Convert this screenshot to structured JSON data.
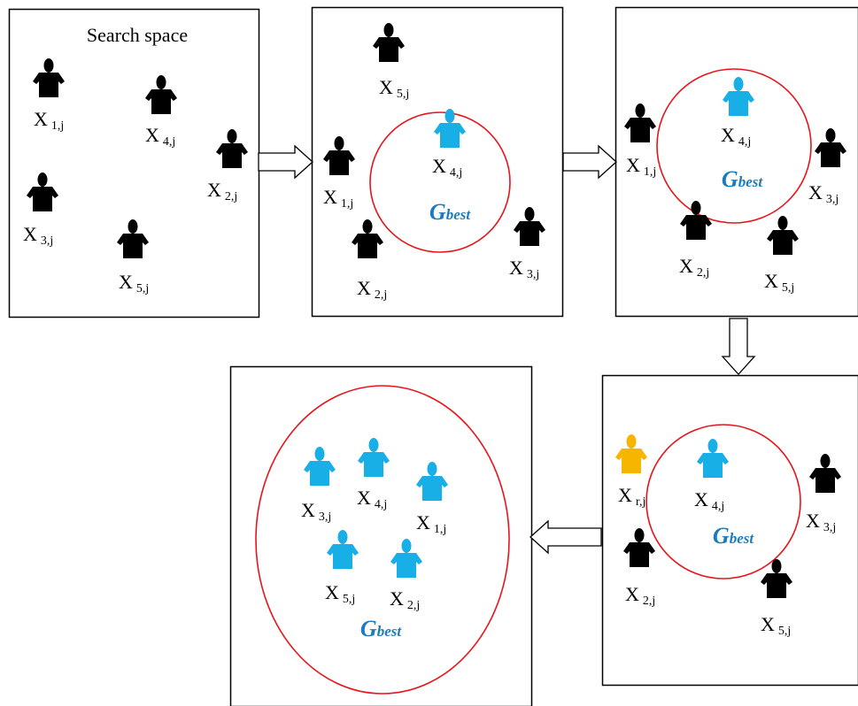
{
  "colors": {
    "agent_default": "#000000",
    "agent_best": "#18aee6",
    "agent_random": "#f7b500",
    "gbest_ring": "#e8141b",
    "gbest_text": "#1a7bbf"
  },
  "gbest": {
    "main": "G",
    "sub": "best"
  },
  "panels": [
    {
      "id": "panel-1",
      "title": "Search space",
      "agents": [
        {
          "name": "X",
          "index": "1,j",
          "state": "default"
        },
        {
          "name": "X",
          "index": "4,j",
          "state": "default"
        },
        {
          "name": "X",
          "index": "2,j",
          "state": "default"
        },
        {
          "name": "X",
          "index": "3,j",
          "state": "default"
        },
        {
          "name": "X",
          "index": "5,j",
          "state": "default"
        }
      ]
    },
    {
      "id": "panel-2",
      "agents": [
        {
          "name": "X",
          "index": "5,j",
          "state": "default"
        },
        {
          "name": "X",
          "index": "1,j",
          "state": "default"
        },
        {
          "name": "X",
          "index": "4,j",
          "state": "best"
        },
        {
          "name": "X",
          "index": "3,j",
          "state": "default"
        },
        {
          "name": "X",
          "index": "2,j",
          "state": "default"
        }
      ]
    },
    {
      "id": "panel-3",
      "agents": [
        {
          "name": "X",
          "index": "1,j",
          "state": "default"
        },
        {
          "name": "X",
          "index": "4,j",
          "state": "best"
        },
        {
          "name": "X",
          "index": "3,j",
          "state": "default"
        },
        {
          "name": "X",
          "index": "2,j",
          "state": "default"
        },
        {
          "name": "X",
          "index": "5,j",
          "state": "default"
        }
      ]
    },
    {
      "id": "panel-4",
      "agents": [
        {
          "name": "X",
          "index": "r,j",
          "state": "random"
        },
        {
          "name": "X",
          "index": "4,j",
          "state": "best"
        },
        {
          "name": "X",
          "index": "3,j",
          "state": "default"
        },
        {
          "name": "X",
          "index": "2,j",
          "state": "default"
        },
        {
          "name": "X",
          "index": "5,j",
          "state": "default"
        }
      ]
    },
    {
      "id": "panel-5",
      "agents": [
        {
          "name": "X",
          "index": "3,j",
          "state": "best"
        },
        {
          "name": "X",
          "index": "4,j",
          "state": "best"
        },
        {
          "name": "X",
          "index": "1,j",
          "state": "best"
        },
        {
          "name": "X",
          "index": "5,j",
          "state": "best"
        },
        {
          "name": "X",
          "index": "2,j",
          "state": "best"
        }
      ]
    }
  ]
}
